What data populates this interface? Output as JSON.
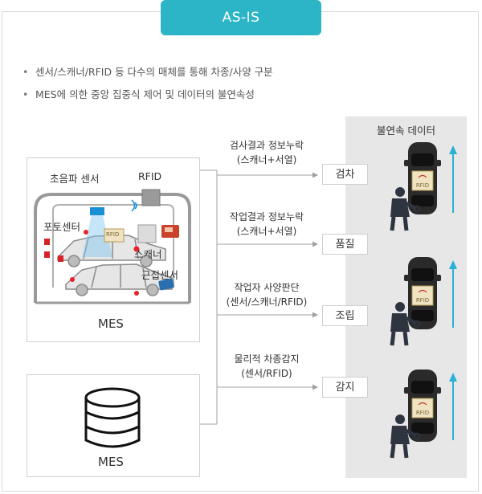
{
  "header": {
    "title": "AS-IS"
  },
  "bullets": [
    "센서/스캐너/RFID 등 다수의 매체를 통해 차종/사양 구분",
    "MES에 의한 중앙 집중식 제어 및 데이터의 불연속성"
  ],
  "factory": {
    "labels": {
      "ultrasonic": "초음파 센서",
      "rfid": "RFID",
      "photo": "포토센터",
      "scanner": "스캐너",
      "proximity": "근접센서",
      "rfid_tag": "RFID"
    },
    "mes": "MES"
  },
  "database": {
    "mes": "MES"
  },
  "flows": [
    {
      "line1": "검사결과 정보누락",
      "line2": "(스캐너+서열)",
      "target": "검차"
    },
    {
      "line1": "작업결과 정보누락",
      "line2": "(스캐너+서열)",
      "target": "품질"
    },
    {
      "line1": "작업자 사양판단",
      "line2": "(센서/스캐너/RFID)",
      "target": "조립"
    },
    {
      "line1": "물리적 차종감지",
      "line2": "(센서/RFID)",
      "target": "감지"
    }
  ],
  "right_panel": {
    "title": "불연속 데이터",
    "tag_text": "RFID"
  },
  "colors": {
    "accent": "#2bb5c6",
    "panel": "#e7e7e7",
    "arrow": "#29b0d4",
    "sensor_red": "#e8232a"
  }
}
